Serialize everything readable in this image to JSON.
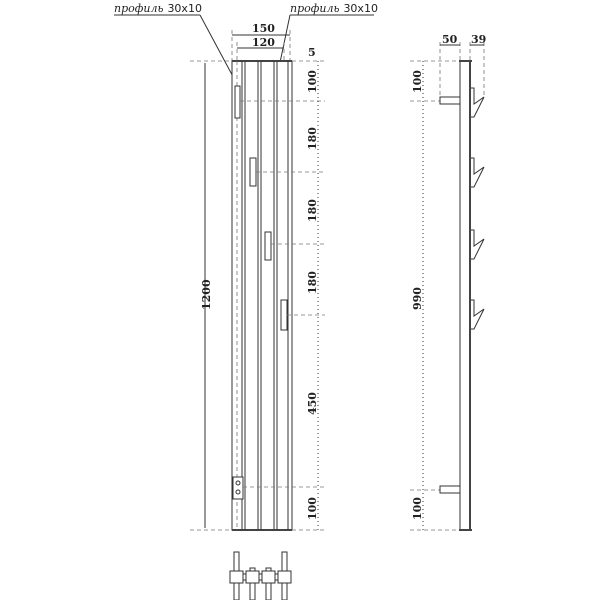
{
  "callouts": {
    "left": {
      "word": "профиль",
      "size": "30x10"
    },
    "right": {
      "word": "профиль",
      "size": "30x10"
    }
  },
  "front_view": {
    "width_outer": "150",
    "width_inner": "120",
    "top_offset": "5",
    "height_total": "1200",
    "spacings": [
      "100",
      "180",
      "180",
      "180",
      "450",
      "100"
    ]
  },
  "side_view": {
    "depth_mount": "50",
    "depth_hook": "39",
    "top": "100",
    "middle": "990",
    "bottom": "100"
  }
}
